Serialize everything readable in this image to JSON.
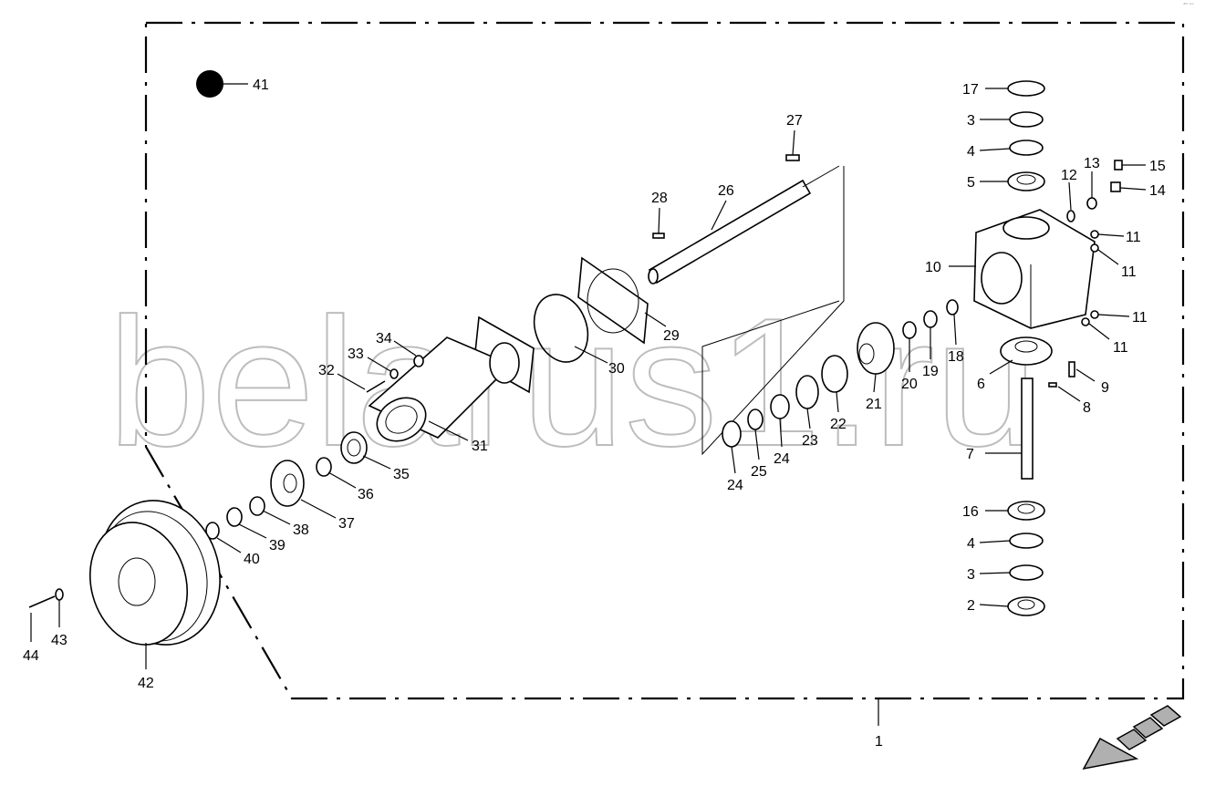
{
  "watermark": "belarus1.ru",
  "corner_code": "ᵃᵐ ⁿⁿⁿ",
  "callouts": [
    "41",
    "27",
    "28",
    "26",
    "17",
    "3",
    "4",
    "5",
    "12",
    "13",
    "15",
    "14",
    "11",
    "11",
    "10",
    "11",
    "11",
    "29",
    "30",
    "34",
    "33",
    "32",
    "31",
    "35",
    "36",
    "37",
    "38",
    "39",
    "40",
    "18",
    "19",
    "20",
    "21",
    "22",
    "23",
    "24",
    "25",
    "24",
    "6",
    "9",
    "8",
    "7",
    "16",
    "4",
    "3",
    "2",
    "44",
    "43",
    "42",
    "1"
  ],
  "colors": {
    "line": "#000000",
    "watermark": "#bdbdbd",
    "arrow_fill": "#b0b0b0"
  }
}
